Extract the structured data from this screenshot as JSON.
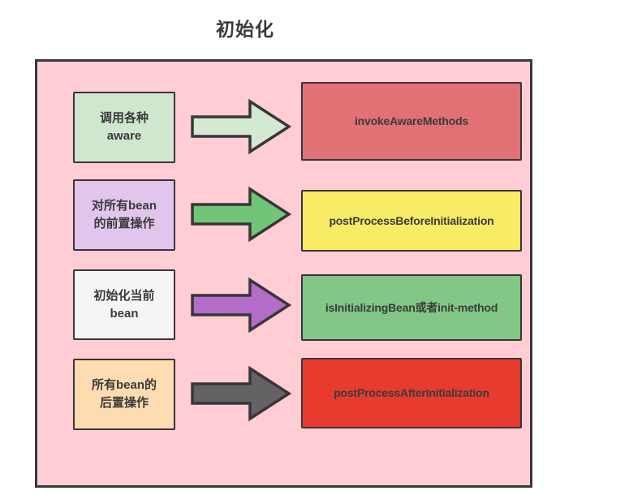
{
  "title": "初始化",
  "palette": {
    "page_background": "#ffffff",
    "container_background": "#ffcdd3",
    "shape_border": "#38363a",
    "text_color": "#3b3b3b"
  },
  "rows": [
    {
      "left": {
        "label": "调用各种\naware",
        "bg": "#cfe7cf"
      },
      "arrow": {
        "fill": "#d3e9d1"
      },
      "right": {
        "label": "invokeAwareMethods",
        "bg": "#e17174"
      }
    },
    {
      "left": {
        "label": "对所有bean\n的前置操作",
        "bg": "#e1c5ec"
      },
      "arrow": {
        "fill": "#72c577"
      },
      "right": {
        "label": "postProcessBeforeInitialization",
        "bg": "#f8eb66"
      }
    },
    {
      "left": {
        "label": "初始化当前\nbean",
        "bg": "#f5f5f5"
      },
      "arrow": {
        "fill": "#b36cc8"
      },
      "right": {
        "label": "isInitializingBean或者init-method",
        "bg": "#82c785"
      }
    },
    {
      "left": {
        "label": "所有bean的\n后置操作",
        "bg": "#fcdcb0"
      },
      "arrow": {
        "fill": "#646264"
      },
      "right": {
        "label": "postProcessAfterInitialization",
        "bg": "#e73b2f"
      }
    }
  ]
}
